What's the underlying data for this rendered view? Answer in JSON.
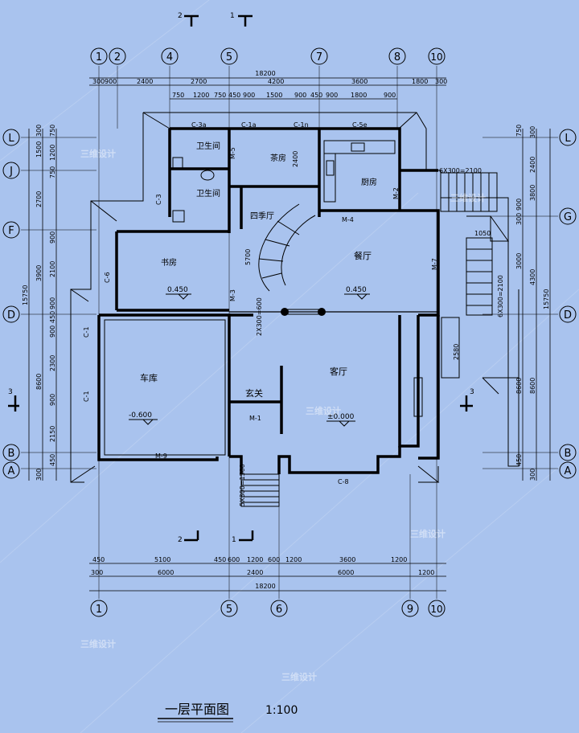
{
  "title": {
    "text": "一层平面图",
    "scale": "1:100"
  },
  "axes": {
    "top": [
      "1",
      "2",
      "4",
      "5",
      "7",
      "8",
      "10"
    ],
    "bottom": [
      "1",
      "5",
      "6",
      "9",
      "10"
    ],
    "left": [
      "L",
      "J",
      "F",
      "D",
      "B",
      "A"
    ],
    "right": [
      "L",
      "G",
      "D",
      "B",
      "A"
    ]
  },
  "section_marks": {
    "top_2": "2",
    "top_1": "1",
    "bottom_2": "2",
    "bottom_1": "1",
    "left_3": "3",
    "right_3": "3"
  },
  "dims": {
    "top_total": "18200",
    "top_row1": [
      "300",
      "900",
      "2400",
      "2700",
      "4200",
      "3600",
      "1800",
      "300"
    ],
    "top_row2": [
      "750",
      "1200",
      "750",
      "450",
      "900",
      "1500",
      "900",
      "450",
      "900",
      "1800",
      "900"
    ],
    "bottom_total": "18200",
    "bottom_row1": [
      "300",
      "6000",
      "2400",
      "6000",
      "1200"
    ],
    "bottom_row2": [
      "450",
      "5100",
      "450",
      "600",
      "1200",
      "600",
      "1200",
      "3600",
      "1200"
    ],
    "left_total": "15750",
    "left_col1": [
      "300",
      "1500",
      "2700",
      "3900",
      "8600",
      "300"
    ],
    "left_col2": [
      "750",
      "1200",
      "750",
      "900",
      "2100",
      "900",
      "450",
      "900",
      "2300",
      "900",
      "2150",
      "450"
    ],
    "right_total": "15750",
    "right_col1": [
      "300",
      "2400",
      "3800",
      "8600",
      "300"
    ],
    "right_col2": [
      "750",
      "900",
      "300",
      "3000",
      "4300",
      "8600",
      "450"
    ]
  },
  "rooms": {
    "garage": "车库",
    "living": "客厅",
    "dining": "餐厅",
    "kitchen": "厨房",
    "bath1": "卫生间",
    "bath2": "卫生间",
    "study": "书房",
    "foyer": "玄关",
    "four_season": "四季厅",
    "tea": "茶房"
  },
  "levels": {
    "garage": "-0.600",
    "living": "±0.000",
    "dining": "0.450",
    "study": "0.450"
  },
  "doors": [
    "M-1",
    "M-2",
    "M-3",
    "M-4",
    "M-5",
    "M-7",
    "M-9",
    "C-1",
    "C-1",
    "C-3",
    "C-3a",
    "C-1a",
    "C-1n",
    "C-5e",
    "C-6",
    "C-8"
  ],
  "notes": {
    "stair1": "6X300=2100",
    "stair2": "6X300=2100",
    "stair3": "2X300=600",
    "stair4": "5X300=1500",
    "d2580": "2580",
    "d5700": "5700",
    "d2400": "2400",
    "d1050": "1050"
  },
  "watermarks": [
    "三维设计",
    "三维设计",
    "三维设计",
    "三维设计",
    "三维设计",
    "三维设计"
  ]
}
